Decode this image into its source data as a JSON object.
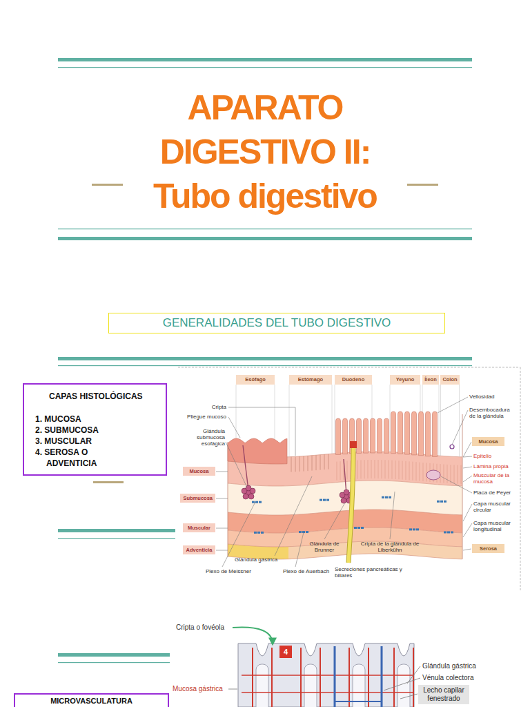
{
  "diagram": {
    "title": "APARATO DIGESTIVO II: Tubo digestivo",
    "nodes": [
      {
        "text": [
          "GENERALIDADES DEL TUBO DIGESTIVO"
        ]
      },
      {
        "text": [
          "CAPAS HISTOLÓGICAS",
          "1. MUCOSA",
          "2. SUBMUCOSA",
          "3. MUSCULAR",
          "4. SEROSA O ADVENTICIA"
        ]
      },
      {
        "text": [
          "Esófago"
        ]
      },
      {
        "text": [
          "Estómago"
        ]
      },
      {
        "text": [
          "Duodeno"
        ]
      },
      {
        "text": [
          "Yeyuno"
        ]
      },
      {
        "text": [
          "Íleon"
        ]
      },
      {
        "text": [
          "Colon"
        ]
      },
      {
        "text": [
          "Mucosa"
        ]
      },
      {
        "text": [
          "Submucosa"
        ]
      },
      {
        "text": [
          "Muscular"
        ]
      },
      {
        "text": [
          "Adventicia"
        ]
      },
      {
        "text": [
          "Mucosa"
        ]
      },
      {
        "text": [
          "Serosa"
        ]
      },
      {
        "text": [
          "4"
        ]
      },
      {
        "text": [
          "Lecho capilar fenestrado"
        ]
      },
      {
        "text": [
          "MICROVASCULATURA"
        ]
      }
    ],
    "labels": [
      "Cripta",
      "Pliegue mucoso",
      "Glándula submucosa esofágica",
      "Vellosidad",
      "Desembocadura de la glándula",
      "Epitelio",
      "Lámina propia",
      "Muscular de la mucosa",
      "Placa de Peyer",
      "Capa muscular circular",
      "Capa muscular longitudinal",
      "Glándula de Brunner",
      "Cripta de la glándula de Liberkühn",
      "Glándula gástrica",
      "Plexo de Meissner",
      "Plexo de Auerbach",
      "Secreciones pancreáticas y biliares",
      "Cripta o fovéola",
      "Mucosa gástrica",
      "Glándula gástrica",
      "Vénula colectora"
    ]
  }
}
